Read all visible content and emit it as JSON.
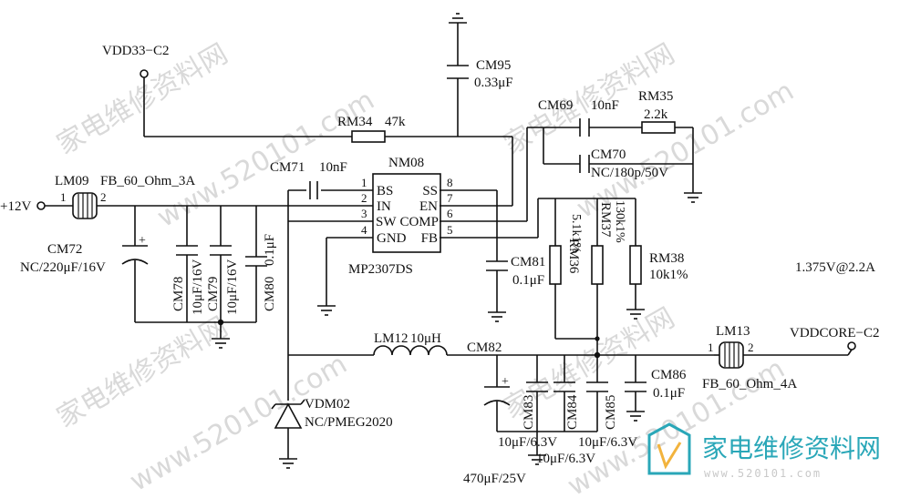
{
  "nets": {
    "vdd33": "VDD33−C2",
    "vin": "+12V",
    "vddcore": "VDDCORE−C2",
    "output_note": "1.375V@2.2A"
  },
  "ic": {
    "ref": "NM08",
    "part": "MP2307DS",
    "pins_left": [
      {
        "num": "1",
        "name": "BS"
      },
      {
        "num": "2",
        "name": "IN"
      },
      {
        "num": "3",
        "name": "SW"
      },
      {
        "num": "4",
        "name": "GND"
      }
    ],
    "pins_right": [
      {
        "num": "8",
        "name": "SS"
      },
      {
        "num": "7",
        "name": "EN"
      },
      {
        "num": "6",
        "name": "COMP"
      },
      {
        "num": "5",
        "name": "FB"
      }
    ]
  },
  "components": {
    "cm95": {
      "ref": "CM95",
      "value": "0.33μF"
    },
    "rm34": {
      "ref": "RM34",
      "value": "47k"
    },
    "cm69": {
      "ref": "CM69",
      "value": "10nF"
    },
    "rm35": {
      "ref": "RM35",
      "value": "2.2k"
    },
    "cm70": {
      "ref": "CM70",
      "value": "NC/180p/50V"
    },
    "lm09": {
      "ref": "LM09",
      "value": "FB_60_Ohm_3A",
      "pin1": "1",
      "pin2": "2"
    },
    "cm71": {
      "ref": "CM71",
      "value": "10nF"
    },
    "cm72": {
      "ref": "CM72",
      "value": "NC/220μF/16V"
    },
    "cm78": {
      "ref": "CM78",
      "value": "10μF/16V"
    },
    "cm79": {
      "ref": "CM79",
      "value": "10μF/16V"
    },
    "cm80": {
      "ref": "CM80",
      "value": "0.1μF"
    },
    "cm81": {
      "ref": "CM81",
      "value": "0.1μF"
    },
    "rm36": {
      "ref": "RM36",
      "value": "5.1k1%"
    },
    "rm37": {
      "ref": "RM37",
      "value": "130k1%"
    },
    "rm38": {
      "ref": "RM38",
      "value": "10k1%"
    },
    "lm12": {
      "ref": "LM12",
      "value": "10μH"
    },
    "cm82": {
      "ref": "CM82",
      "value": "470μF/25V"
    },
    "cm83": {
      "ref": "CM83",
      "value": "10μF/6.3V"
    },
    "cm84": {
      "ref": "CM84",
      "value": "10μF/6.3V"
    },
    "cm85": {
      "ref": "CM85",
      "value": "10μF/6.3V"
    },
    "cm86": {
      "ref": "CM86",
      "value": "0.1μF"
    },
    "lm13": {
      "ref": "LM13",
      "value": "FB_60_Ohm_4A",
      "pin1": "1",
      "pin2": "2"
    },
    "vdm02": {
      "ref": "VDM02",
      "value": "NC/PMEG2020"
    }
  },
  "watermark": {
    "text_cn": "家电维修资料网",
    "url": "www.520101.com",
    "logo_cn": "家电维修资料网",
    "logo_url": "www.520101.com"
  },
  "colors": {
    "ink": "#111111",
    "logo": "#2aa7b8",
    "watermark": "#d9d9d9"
  }
}
